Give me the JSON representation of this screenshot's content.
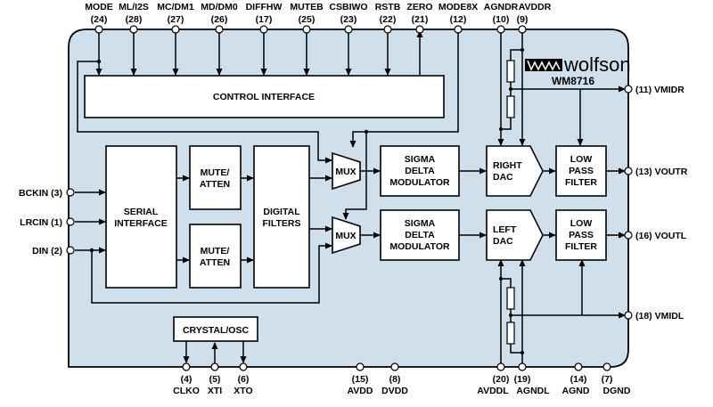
{
  "colors": {
    "chip_fill": "#cfe0ec",
    "outline": "#000000",
    "block_fill": "#ffffff"
  },
  "chip": {
    "brand": "wolfson",
    "part_number": "WM8716"
  },
  "top_pins": [
    {
      "name": "MODE",
      "num": "(24)"
    },
    {
      "name": "ML/I2S",
      "num": "(28)"
    },
    {
      "name": "MC/DM1",
      "num": "(27)"
    },
    {
      "name": "MD/DM0",
      "num": "(26)"
    },
    {
      "name": "DIFFHW",
      "num": "(17)"
    },
    {
      "name": "MUTEB",
      "num": "(25)"
    },
    {
      "name": "CSBIWO",
      "num": "(23)"
    },
    {
      "name": "RSTB",
      "num": "(22)"
    },
    {
      "name": "ZERO",
      "num": "(21)"
    },
    {
      "name": "MODE8X",
      "num": "(12)"
    },
    {
      "name": "AGNDR",
      "num": "(10)"
    },
    {
      "name": "AVDDR",
      "num": "(9)"
    }
  ],
  "left_pins": [
    {
      "label": "BCKIN (3)"
    },
    {
      "label": "LRCIN (1)"
    },
    {
      "label": "DIN (2)"
    }
  ],
  "right_pins": [
    {
      "label": "(11) VMIDR"
    },
    {
      "label": "(13) VOUTR"
    },
    {
      "label": "(16) VOUTL"
    },
    {
      "label": "(18) VMIDL"
    }
  ],
  "bottom_pins": [
    {
      "name": "CLKO",
      "num": "(4)"
    },
    {
      "name": "XTI",
      "num": "(5)"
    },
    {
      "name": "XTO",
      "num": "(6)"
    },
    {
      "name": "AVDD",
      "num": "(15)"
    },
    {
      "name": "DVDD",
      "num": "(8)"
    },
    {
      "name": "AVDDL",
      "num": "(20)"
    },
    {
      "name": "AGNDL",
      "num": "(19)"
    },
    {
      "name": "AGND",
      "num": "(14)"
    },
    {
      "name": "DGND",
      "num": "(7)"
    }
  ],
  "blocks": {
    "control_interface": "CONTROL INTERFACE",
    "serial_interface": [
      "SERIAL",
      "INTERFACE"
    ],
    "mute_atten_top": [
      "MUTE/",
      "ATTEN"
    ],
    "mute_atten_bottom": [
      "MUTE/",
      "ATTEN"
    ],
    "digital_filters": [
      "DIGITAL",
      "FILTERS"
    ],
    "mux_top": "MUX",
    "mux_bottom": "MUX",
    "sigma_delta_top": [
      "SIGMA",
      "DELTA",
      "MODULATOR"
    ],
    "sigma_delta_bottom": [
      "SIGMA",
      "DELTA",
      "MODULATOR"
    ],
    "right_dac": [
      "RIGHT",
      "DAC"
    ],
    "left_dac": [
      "LEFT",
      "DAC"
    ],
    "lpf_top": [
      "LOW",
      "PASS",
      "FILTER"
    ],
    "lpf_bottom": [
      "LOW",
      "PASS",
      "FILTER"
    ],
    "crystal_osc": "CRYSTAL/OSC"
  }
}
